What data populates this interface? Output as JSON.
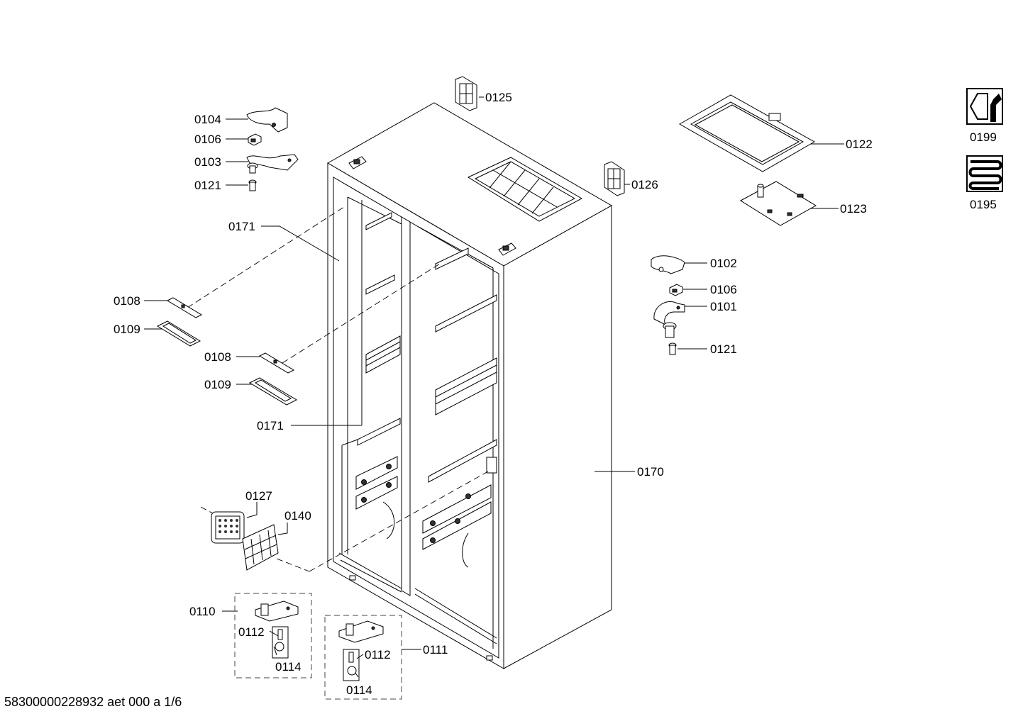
{
  "labels": {
    "p0125": "0125",
    "p0104": "0104",
    "p0106a": "0106",
    "p0103": "0103",
    "p0121a": "0121",
    "p0171a": "0171",
    "p0108a": "0108",
    "p0109a": "0109",
    "p0108b": "0108",
    "p0109b": "0109",
    "p0171b": "0171",
    "p0127": "0127",
    "p0140": "0140",
    "p0110": "0110",
    "p0112a": "0112",
    "p0114a": "0114",
    "p0112b": "0112",
    "p0111": "0111",
    "p0114b": "0114",
    "p0126": "0126",
    "p0122": "0122",
    "p0123": "0123",
    "p0102": "0102",
    "p0106b": "0106",
    "p0101": "0101",
    "p0121b": "0121",
    "p0170": "0170",
    "p0199": "0199",
    "p0195": "0195"
  },
  "footer": "58300000228932 aet 000 a 1/6",
  "icons": [
    "wrench-nut-icon",
    "heater-coil-icon"
  ]
}
